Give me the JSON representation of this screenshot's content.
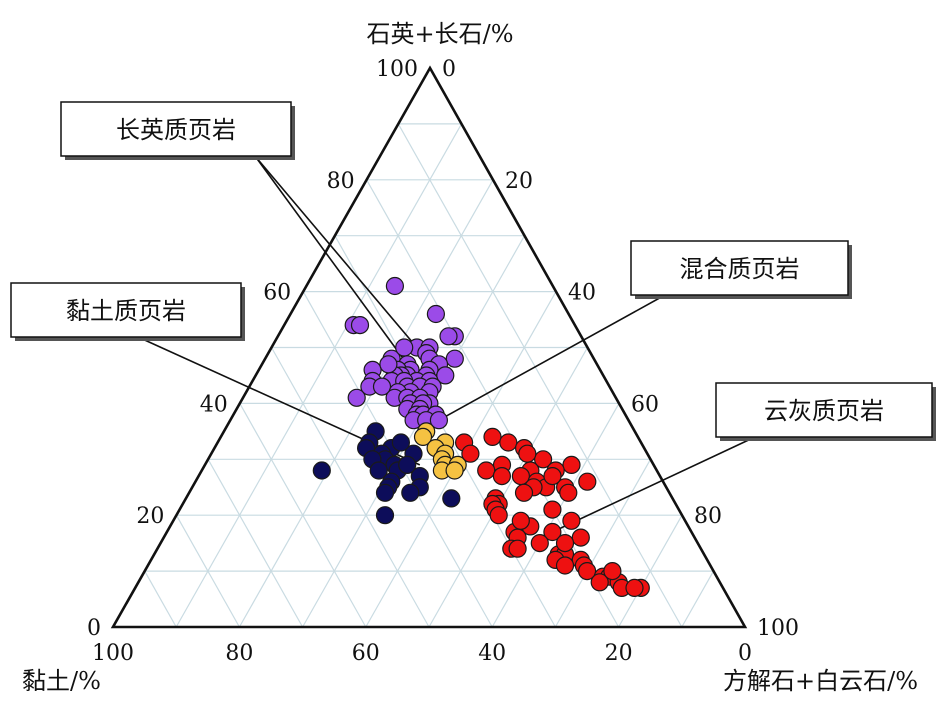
{
  "chart_data": {
    "type": "scatter",
    "subtype": "ternary",
    "title": "",
    "axes": {
      "top": {
        "label": "石英+长石/%",
        "min": 0,
        "max": 100
      },
      "left": {
        "label": "黏土/%",
        "min": 0,
        "max": 100
      },
      "right": {
        "label": "方解石+白云石/%",
        "min": 0,
        "max": 100
      }
    },
    "ticks": [
      0,
      20,
      40,
      60,
      80,
      100
    ],
    "grid": true,
    "series": [
      {
        "name": "长英质页岩",
        "color": "#9B4BE8",
        "points": [
          [
            61,
            25,
            14
          ],
          [
            56,
            21,
            23
          ],
          [
            54,
            35,
            11
          ],
          [
            54,
            34,
            12
          ],
          [
            52,
            20,
            28
          ],
          [
            52,
            21,
            27
          ],
          [
            50,
            27,
            23
          ],
          [
            50,
            25,
            25
          ],
          [
            49,
            26,
            25
          ],
          [
            48,
            22,
            30
          ],
          [
            48,
            26,
            26
          ],
          [
            48,
            32,
            20
          ],
          [
            47,
            25,
            28
          ],
          [
            47,
            30,
            23
          ],
          [
            46,
            30,
            24
          ],
          [
            46,
            36,
            18
          ],
          [
            46,
            32,
            22
          ],
          [
            46,
            27,
            27
          ],
          [
            45,
            31,
            24
          ],
          [
            45,
            32,
            23
          ],
          [
            45,
            33,
            22
          ],
          [
            45,
            28,
            27
          ],
          [
            45,
            25,
            30
          ],
          [
            44,
            37,
            19
          ],
          [
            44,
            34,
            22
          ],
          [
            44,
            30,
            26
          ],
          [
            44,
            28,
            28
          ],
          [
            44,
            32,
            24
          ],
          [
            43,
            38,
            19
          ],
          [
            43,
            36,
            21
          ],
          [
            43,
            32,
            25
          ],
          [
            43,
            30,
            27
          ],
          [
            43,
            28,
            29
          ],
          [
            42,
            32,
            26
          ],
          [
            42,
            29,
            29
          ],
          [
            42,
            34,
            24
          ],
          [
            41,
            41,
            18
          ],
          [
            41,
            35,
            24
          ],
          [
            41,
            33,
            26
          ],
          [
            41,
            31,
            28
          ],
          [
            40,
            33,
            27
          ],
          [
            40,
            30,
            30
          ],
          [
            40,
            31,
            29
          ],
          [
            39,
            34,
            27
          ],
          [
            39,
            32,
            29
          ],
          [
            38,
            33,
            29
          ],
          [
            38,
            32,
            30
          ],
          [
            38,
            30,
            32
          ],
          [
            37,
            34,
            29
          ],
          [
            37,
            32,
            31
          ],
          [
            37,
            30,
            33
          ],
          [
            50,
            29,
            21
          ],
          [
            47,
            33,
            20
          ]
        ]
      },
      {
        "name": "黏土质页岩",
        "color": "#0D0D5A",
        "points": [
          [
            35,
            41,
            24
          ],
          [
            33,
            43,
            24
          ],
          [
            32,
            40,
            28
          ],
          [
            32,
            44,
            24
          ],
          [
            31,
            42,
            27
          ],
          [
            30,
            42,
            28
          ],
          [
            30,
            44,
            26
          ],
          [
            29,
            41,
            30
          ],
          [
            28,
            44,
            28
          ],
          [
            28,
            53,
            19
          ],
          [
            28,
            41,
            31
          ],
          [
            27,
            38,
            35
          ],
          [
            26,
            43,
            31
          ],
          [
            25,
            44,
            31
          ],
          [
            25,
            39,
            36
          ],
          [
            24,
            41,
            35
          ],
          [
            24,
            45,
            31
          ],
          [
            23,
            35,
            42
          ],
          [
            20,
            47,
            33
          ],
          [
            31,
            37,
            32
          ],
          [
            33,
            38,
            29
          ],
          [
            29,
            39,
            32
          ]
        ]
      },
      {
        "name": "混合质页岩",
        "color": "#F5C242",
        "points": [
          [
            35,
            33,
            32
          ],
          [
            34,
            34,
            32
          ],
          [
            33,
            31,
            36
          ],
          [
            32,
            33,
            35
          ],
          [
            31,
            32,
            37
          ],
          [
            30,
            33,
            37
          ],
          [
            29,
            33,
            38
          ],
          [
            29,
            31,
            40
          ],
          [
            28,
            34,
            38
          ],
          [
            28,
            32,
            40
          ]
        ]
      },
      {
        "name": "云灰质页岩",
        "color": "#EE1111",
        "points": [
          [
            34,
            23,
            43
          ],
          [
            33,
            28,
            39
          ],
          [
            33,
            21,
            46
          ],
          [
            32,
            19,
            49
          ],
          [
            31,
            28,
            41
          ],
          [
            30,
            17,
            53
          ],
          [
            29,
            24,
            47
          ],
          [
            29,
            13,
            58
          ],
          [
            28,
            20,
            52
          ],
          [
            28,
            27,
            45
          ],
          [
            28,
            16,
            56
          ],
          [
            27,
            22,
            51
          ],
          [
            27,
            25,
            48
          ],
          [
            26,
            20,
            54
          ],
          [
            26,
            12,
            62
          ],
          [
            25,
            16,
            59
          ],
          [
            25,
            19,
            56
          ],
          [
            25,
            21,
            54
          ],
          [
            24,
            16,
            60
          ],
          [
            23,
            28,
            49
          ],
          [
            22,
            28,
            50
          ],
          [
            22,
            29,
            49
          ],
          [
            21,
            29,
            50
          ],
          [
            20,
            29,
            51
          ],
          [
            19,
            18,
            63
          ],
          [
            18,
            25,
            57
          ],
          [
            17,
            28,
            55
          ],
          [
            17,
            22,
            61
          ],
          [
            16,
            28,
            56
          ],
          [
            15,
            25,
            60
          ],
          [
            14,
            30,
            56
          ],
          [
            14,
            29,
            57
          ],
          [
            13,
            23,
            64
          ],
          [
            13,
            22,
            65
          ],
          [
            12,
            24,
            64
          ],
          [
            12,
            20,
            68
          ],
          [
            11,
            20,
            69
          ],
          [
            10,
            20,
            70
          ],
          [
            9,
            18,
            73
          ],
          [
            9,
            17,
            74
          ],
          [
            8,
            19,
            73
          ],
          [
            8,
            16,
            76
          ],
          [
            7,
            16,
            77
          ],
          [
            7,
            13,
            80
          ],
          [
            7,
            14,
            79
          ],
          [
            31,
            19,
            50
          ],
          [
            27,
            17,
            56
          ],
          [
            24,
            23,
            53
          ],
          [
            21,
            20,
            59
          ],
          [
            19,
            26,
            55
          ],
          [
            16,
            18,
            66
          ],
          [
            15,
            21,
            64
          ],
          [
            11,
            23,
            66
          ],
          [
            10,
            16,
            74
          ]
        ]
      }
    ],
    "callouts": [
      {
        "label": "长英质页岩",
        "targets": [
          [
            47,
            30,
            23
          ],
          [
            50,
            27,
            23
          ]
        ]
      },
      {
        "label": "混合质页岩",
        "targets": [
          [
            37,
            30,
            33
          ]
        ]
      },
      {
        "label": "黏土质页岩",
        "targets": [
          [
            29,
            37,
            34
          ]
        ]
      },
      {
        "label": "云灰质页岩",
        "targets": [
          [
            17,
            22,
            61
          ]
        ]
      }
    ]
  }
}
